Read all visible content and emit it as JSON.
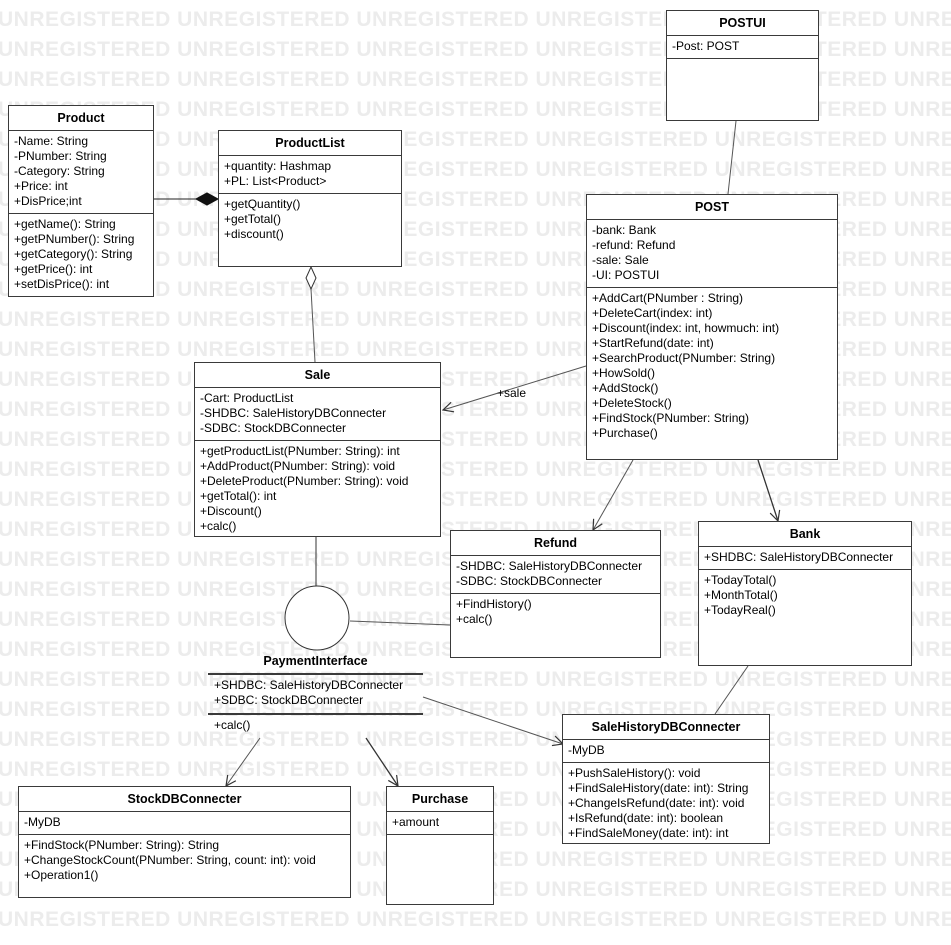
{
  "watermark": "UNREGISTERED",
  "classes": {
    "postui": {
      "name": "POSTUI",
      "attributes": [
        "-Post: POST"
      ],
      "operations": []
    },
    "product": {
      "name": "Product",
      "attributes": [
        "-Name: String",
        "-PNumber: String",
        "-Category: String",
        "+Price: int",
        "+DisPrice;int"
      ],
      "operations": [
        "+getName(): String",
        "+getPNumber(): String",
        "+getCategory(): String",
        "+getPrice(): int",
        "+setDisPrice(): int"
      ]
    },
    "productlist": {
      "name": "ProductList",
      "attributes": [
        "+quantity: Hashmap",
        "+PL: List<Product>"
      ],
      "operations": [
        "+getQuantity()",
        "+getTotal()",
        "+discount()"
      ]
    },
    "post": {
      "name": "POST",
      "attributes": [
        "-bank: Bank",
        "-refund: Refund",
        "-sale: Sale",
        "-UI: POSTUI"
      ],
      "operations": [
        "+AddCart(PNumber : String)",
        "+DeleteCart(index: int)",
        "+Discount(index: int, howmuch: int)",
        "+StartRefund(date: int)",
        "+SearchProduct(PNumber: String)",
        "+HowSold()",
        "+AddStock()",
        "+DeleteStock()",
        "+FindStock(PNumber: String)",
        "+Purchase()"
      ]
    },
    "sale": {
      "name": "Sale",
      "attributes": [
        "-Cart: ProductList",
        "-SHDBC: SaleHistoryDBConnecter",
        "-SDBC: StockDBConnecter"
      ],
      "operations": [
        "+getProductList(PNumber: String): int",
        "+AddProduct(PNumber: String): void",
        "+DeleteProduct(PNumber: String): void",
        "+getTotal(): int",
        "+Discount()",
        "+calc()"
      ]
    },
    "refund": {
      "name": "Refund",
      "attributes": [
        "-SHDBC: SaleHistoryDBConnecter",
        "-SDBC: StockDBConnecter"
      ],
      "operations": [
        "+FindHistory()",
        "+calc()"
      ]
    },
    "bank": {
      "name": "Bank",
      "attributes": [
        "+SHDBC: SaleHistoryDBConnecter"
      ],
      "operations": [
        "+TodayTotal()",
        "+MonthTotal()",
        "+TodayReal()"
      ]
    },
    "salehistory": {
      "name": "SaleHistoryDBConnecter",
      "attributes": [
        "-MyDB"
      ],
      "operations": [
        "+PushSaleHistory(): void",
        "+FindSaleHistory(date: int): String",
        "+ChangeIsRefund(date: int): void",
        "+IsRefund(date: int): boolean",
        "+FindSaleMoney(date: int): int"
      ]
    },
    "stockdb": {
      "name": "StockDBConnecter",
      "attributes": [
        "-MyDB"
      ],
      "operations": [
        "+FindStock(PNumber: String): String",
        "+ChangeStockCount(PNumber: String, count: int): void",
        "+Operation1()"
      ]
    },
    "purchase": {
      "name": "Purchase",
      "attributes": [
        "+amount"
      ],
      "operations": []
    }
  },
  "interface": {
    "name": "PaymentInterface",
    "attributes": [
      "+SHDBC: SaleHistoryDBConnecter",
      "+SDBC: StockDBConnecter"
    ],
    "operations": [
      "+calc()"
    ]
  },
  "edge_labels": {
    "post_sale": "+sale"
  }
}
